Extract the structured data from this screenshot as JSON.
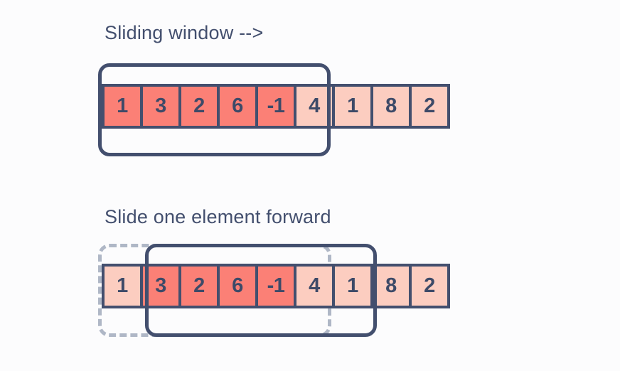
{
  "diagram": {
    "background_color": "#FCFCFD",
    "navy_color": "#434F6E",
    "dark_cell_color": "#FB8076",
    "light_cell_color": "#FCCDC0",
    "dashed_color": "#AFB7C6"
  },
  "sections": [
    {
      "title": "Sliding window -->",
      "array": [
        {
          "value": "1",
          "state": "in-window"
        },
        {
          "value": "3",
          "state": "in-window"
        },
        {
          "value": "2",
          "state": "in-window"
        },
        {
          "value": "6",
          "state": "in-window"
        },
        {
          "value": "-1",
          "state": "in-window"
        },
        {
          "value": "4",
          "state": "outside"
        },
        {
          "value": "1",
          "state": "outside"
        },
        {
          "value": "8",
          "state": "outside"
        },
        {
          "value": "2",
          "state": "outside"
        }
      ],
      "window": {
        "start_index": 0,
        "end_index": 4,
        "size": 5,
        "style": "solid"
      }
    },
    {
      "title": "Slide one element forward",
      "array": [
        {
          "value": "1",
          "state": "outside"
        },
        {
          "value": "3",
          "state": "in-window"
        },
        {
          "value": "2",
          "state": "in-window"
        },
        {
          "value": "6",
          "state": "in-window"
        },
        {
          "value": "-1",
          "state": "in-window"
        },
        {
          "value": "4",
          "state": "entering"
        },
        {
          "value": "1",
          "state": "outside"
        },
        {
          "value": "8",
          "state": "outside"
        },
        {
          "value": "2",
          "state": "outside"
        }
      ],
      "window": {
        "start_index": 1,
        "end_index": 5,
        "size": 5,
        "style": "solid"
      },
      "previous_window": {
        "start_index": 0,
        "end_index": 4,
        "size": 5,
        "style": "dashed"
      }
    }
  ]
}
